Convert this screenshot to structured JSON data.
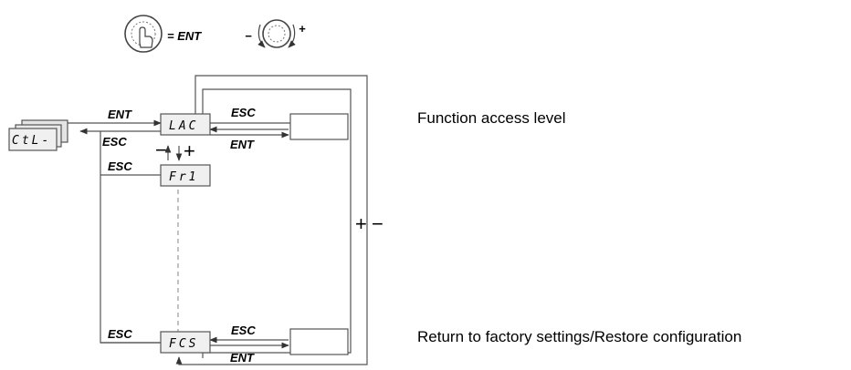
{
  "legend": {
    "ent_symbol": "= ENT",
    "minus": "−",
    "plus": "+"
  },
  "parent_menu": "CtL-",
  "menus": {
    "first": "LAC",
    "second": "Fr1",
    "last": "FCS"
  },
  "arrows": {
    "ent": "ENT",
    "esc": "ESC",
    "plus": "+",
    "minus": "−"
  },
  "descriptions": {
    "first": "Function access level",
    "last": "Return to factory settings/Restore configuration"
  },
  "colors": {
    "line": "#555555",
    "display_fill": "#f0f0f0",
    "dashed": "#999999"
  }
}
